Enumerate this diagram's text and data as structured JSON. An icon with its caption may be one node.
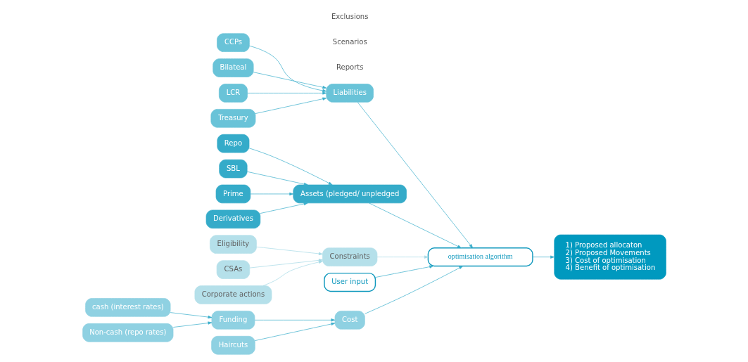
{
  "diagram": {
    "nodes": [
      {
        "text": [
          "CCPs"
        ]
      },
      {
        "text": [
          "Bilateal"
        ]
      },
      {
        "text": [
          "LCR"
        ]
      },
      {
        "text": [
          "Treasury"
        ]
      },
      {
        "text": [
          "Liabilities"
        ]
      },
      {
        "text": [
          "Repo"
        ]
      },
      {
        "text": [
          "SBL"
        ]
      },
      {
        "text": [
          "Prime"
        ]
      },
      {
        "text": [
          "Derivatives"
        ]
      },
      {
        "text": [
          "Assets (pledged/ unpledged"
        ]
      },
      {
        "text": [
          "Eligibility"
        ]
      },
      {
        "text": [
          "CSAs"
        ]
      },
      {
        "text": [
          "Corporate actions"
        ]
      },
      {
        "text": [
          "Constraints"
        ]
      },
      {
        "text": [
          "User input"
        ]
      },
      {
        "text": [
          "optimisation algorithm"
        ]
      },
      {
        "text": [
          "Cost"
        ]
      },
      {
        "text": [
          "Funding"
        ]
      },
      {
        "text": [
          "Haircuts"
        ]
      },
      {
        "text": [
          "cash (interest rates)"
        ]
      },
      {
        "text": [
          "Non-cash (repo rates)"
        ]
      },
      {
        "text": [
          "1) Proposed allocaton",
          "2) Proposed Movements",
          "3) Cost of optimisation",
          "4) Benefit of optimisation"
        ]
      }
    ],
    "edges": [
      {
        "from": 0,
        "to": 4,
        "arrow": "to"
      },
      {
        "from": 1,
        "to": 4,
        "arrow": "to"
      },
      {
        "from": 2,
        "to": 4,
        "arrow": "to"
      },
      {
        "from": 3,
        "to": 4,
        "arrow": "to"
      },
      {
        "from": 5,
        "to": 9,
        "arrow": "to"
      },
      {
        "from": 6,
        "to": 9,
        "arrow": "to"
      },
      {
        "from": 7,
        "to": 9,
        "arrow": "to"
      },
      {
        "from": 8,
        "to": 9,
        "arrow": "to"
      },
      {
        "from": 4,
        "to": 15,
        "arrow": "to"
      },
      {
        "from": 9,
        "to": 15,
        "arrow": "to"
      },
      {
        "from": 14,
        "to": 15,
        "arrow": "to"
      },
      {
        "from": 10,
        "to": 13,
        "arrow": "to",
        "color": "#a6d9e6"
      },
      {
        "from": 11,
        "to": 13,
        "arrow": "to",
        "color": "#a6d9e6"
      },
      {
        "from": 12,
        "to": 13,
        "arrow": "to",
        "color": "#a6d9e6"
      },
      {
        "from": 13,
        "to": 15,
        "arrow": "to",
        "color": "#a6d9e6"
      },
      {
        "from": 17,
        "to": 16,
        "arrow": "to"
      },
      {
        "from": 18,
        "to": 16,
        "arrow": "to"
      },
      {
        "from": 19,
        "to": 17,
        "arrow": "to"
      },
      {
        "from": 20,
        "to": 17,
        "arrow": "to"
      },
      {
        "from": 16,
        "to": 15,
        "arrow": "to"
      },
      {
        "from": 15,
        "to": 21,
        "arrow": "to"
      }
    ],
    "labels": [
      "Exclusions",
      "Scenarios",
      "Reports"
    ]
  }
}
